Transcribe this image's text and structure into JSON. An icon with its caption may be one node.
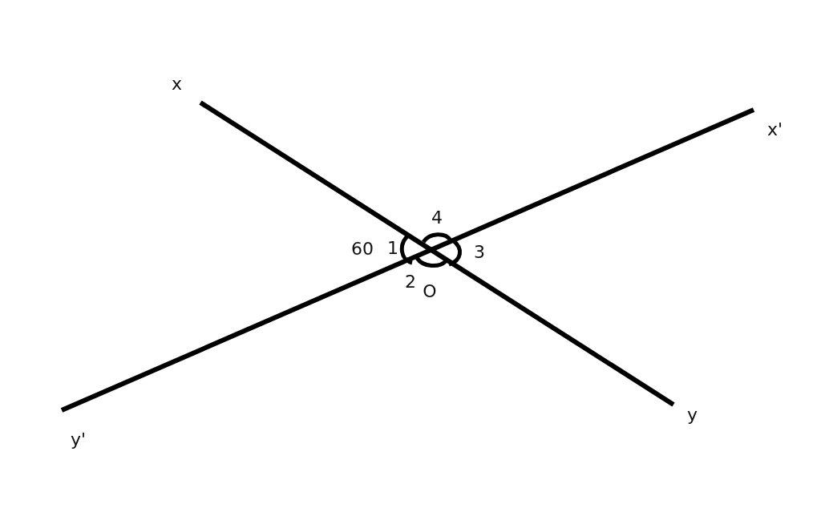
{
  "diagram": {
    "nodes": [
      {
        "text": [
          "x"
        ]
      },
      {
        "text": [
          "x'"
        ]
      },
      {
        "text": [
          "y"
        ]
      },
      {
        "text": [
          "y'"
        ]
      }
    ],
    "edges": [
      {
        "from": 0,
        "to": 2,
        "arrow": "none"
      },
      {
        "from": 3,
        "to": 1,
        "arrow": "none"
      }
    ],
    "labels": [
      "4",
      "60",
      "1",
      "3",
      "2",
      "O"
    ]
  }
}
